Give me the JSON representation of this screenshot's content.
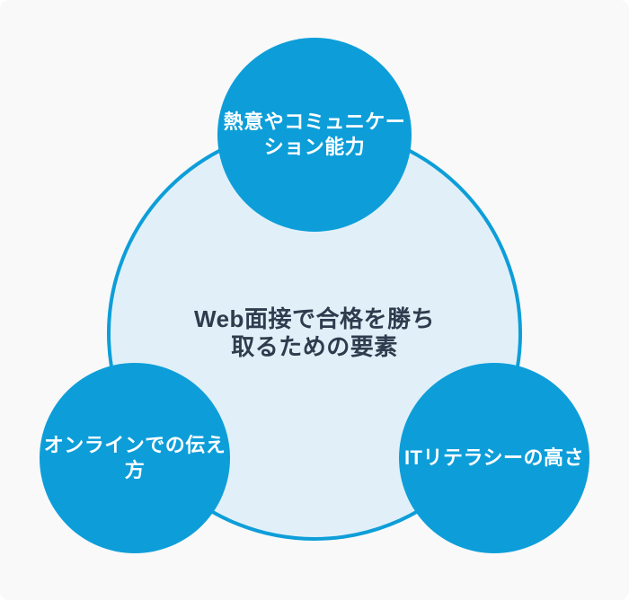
{
  "theme": {
    "accent_blue": "#0d9ed9",
    "light_circle_fill": "#e1f0f8",
    "panel_background": "#f9f9f9",
    "page_background": "#ffffff",
    "circle_text_color": "#ffffff",
    "center_text_color": "#2e3c4e"
  },
  "diagram": {
    "center": {
      "label": "Web面接で合格を勝ち取るための要素",
      "lines": [
        "Web面接で合格を勝ち",
        "取るための要素"
      ]
    },
    "elements": [
      {
        "position": "top",
        "label": "熱意やコミュニケーション能力",
        "lines": [
          "熱意やコミュニケー",
          "ション能力"
        ]
      },
      {
        "position": "bottom-left",
        "label": "オンラインでの伝え方",
        "lines": [
          "オンラインでの伝え",
          "方"
        ]
      },
      {
        "position": "bottom-right",
        "label": "ITリテラシーの高さ",
        "lines": [
          "ITリテラシーの高さ"
        ]
      }
    ]
  }
}
